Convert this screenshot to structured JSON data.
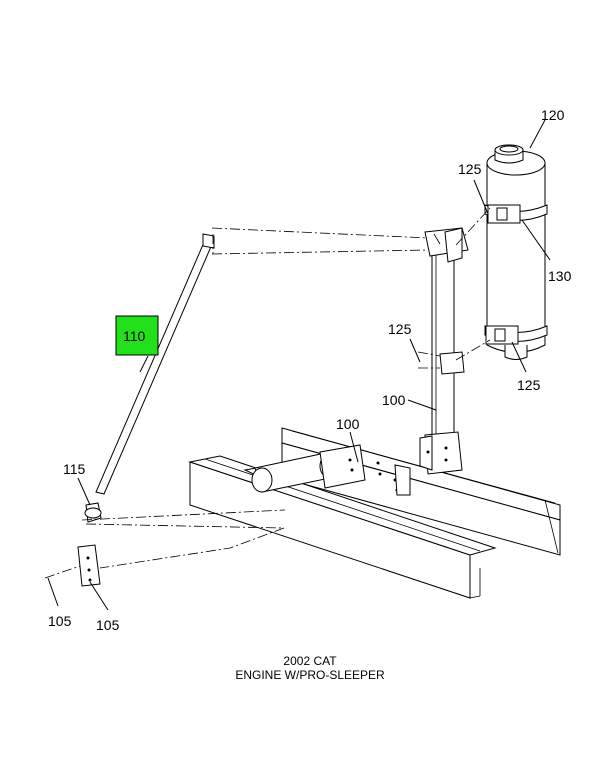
{
  "labels": {
    "part_120": "120",
    "part_125_top": "125",
    "part_130": "130",
    "part_125_mid": "125",
    "part_125_low": "125",
    "part_110": "110",
    "part_100_upper": "100",
    "part_100_lower": "100",
    "part_115": "115",
    "part_105_left": "105",
    "part_105_right": "105"
  },
  "highlight_color": "#22e01c",
  "caption": {
    "line1": "2002 CAT",
    "line2": "ENGINE W/PRO-SLEEPER"
  }
}
